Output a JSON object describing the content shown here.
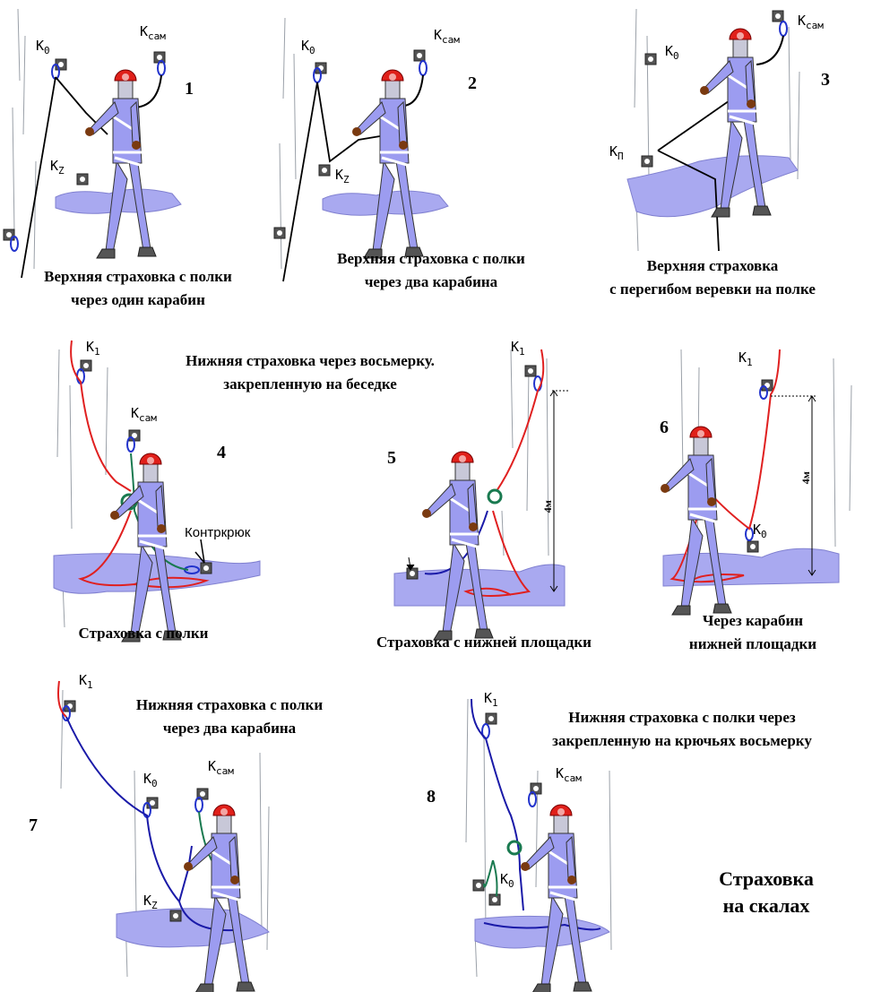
{
  "panels": [
    {
      "number": "1",
      "caption_line1": "Верхняя страховка с полки",
      "caption_line2": "через  один  карабин",
      "anchors": [
        {
          "name": "К",
          "sub": "0"
        },
        {
          "name": "К",
          "sub": "сам"
        },
        {
          "name": "К",
          "sub": "Z"
        }
      ]
    },
    {
      "number": "2",
      "caption_line1": "Верхняя страховка с полки",
      "caption_line2": "через  два  карабина",
      "anchors": [
        {
          "name": "К",
          "sub": "0"
        },
        {
          "name": "К",
          "sub": "сам"
        },
        {
          "name": "К",
          "sub": "Z"
        }
      ]
    },
    {
      "number": "3",
      "caption_line1": "Верхняя  страховка",
      "caption_line2": "с  перегибом веревки на полке",
      "anchors": [
        {
          "name": "К",
          "sub": "0"
        },
        {
          "name": "К",
          "sub": "сам"
        },
        {
          "name": "К",
          "sub": "П"
        }
      ]
    },
    {
      "number": "4",
      "heading_line1": "Нижняя  страховка  через  восьмерку.",
      "heading_line2": "закрепленную  на беседке",
      "caption_line1": "Страховка  с  полки",
      "extra_label": "Контркрюк",
      "anchors": [
        {
          "name": "К",
          "sub": "1"
        },
        {
          "name": "К",
          "sub": "сам"
        }
      ]
    },
    {
      "number": "5",
      "caption_line1": "Страховка  с  нижней  площадки",
      "measure": "4м",
      "anchors": [
        {
          "name": "К",
          "sub": "1"
        }
      ]
    },
    {
      "number": "6",
      "caption_line1": "Через  карабин",
      "caption_line2": "нижней  площадки",
      "measure": "4м",
      "anchors": [
        {
          "name": "К",
          "sub": "1"
        },
        {
          "name": "К",
          "sub": "0"
        }
      ]
    },
    {
      "number": "7",
      "heading_line1": "Нижняя страховка с полки",
      "heading_line2": "через  два  карабина",
      "anchors": [
        {
          "name": "К",
          "sub": "1"
        },
        {
          "name": "К",
          "sub": "0"
        },
        {
          "name": "К",
          "sub": "сам"
        },
        {
          "name": "К",
          "sub": "Z"
        }
      ]
    },
    {
      "number": "8",
      "heading_line1": "Нижняя страховка с полки  через",
      "heading_line2": "закрепленную на крючьях восьмерку",
      "anchors": [
        {
          "name": "К",
          "sub": "1"
        },
        {
          "name": "К",
          "sub": "сам"
        },
        {
          "name": "К",
          "sub": "0"
        }
      ]
    }
  ],
  "main_title_line1": "Страховка",
  "main_title_line2": "на  скалах",
  "colors": {
    "rock_lines": "#9aa0a8",
    "ledge": "#a9a9f0",
    "figure": "#9c9cf0",
    "helmet": "#e0201a",
    "rope_black": "#000000",
    "rope_red": "#e02020",
    "rope_blue": "#1a1aa8",
    "rope_green": "#1a7a50",
    "carabiner": "#2233cc",
    "hook": "#555555"
  }
}
